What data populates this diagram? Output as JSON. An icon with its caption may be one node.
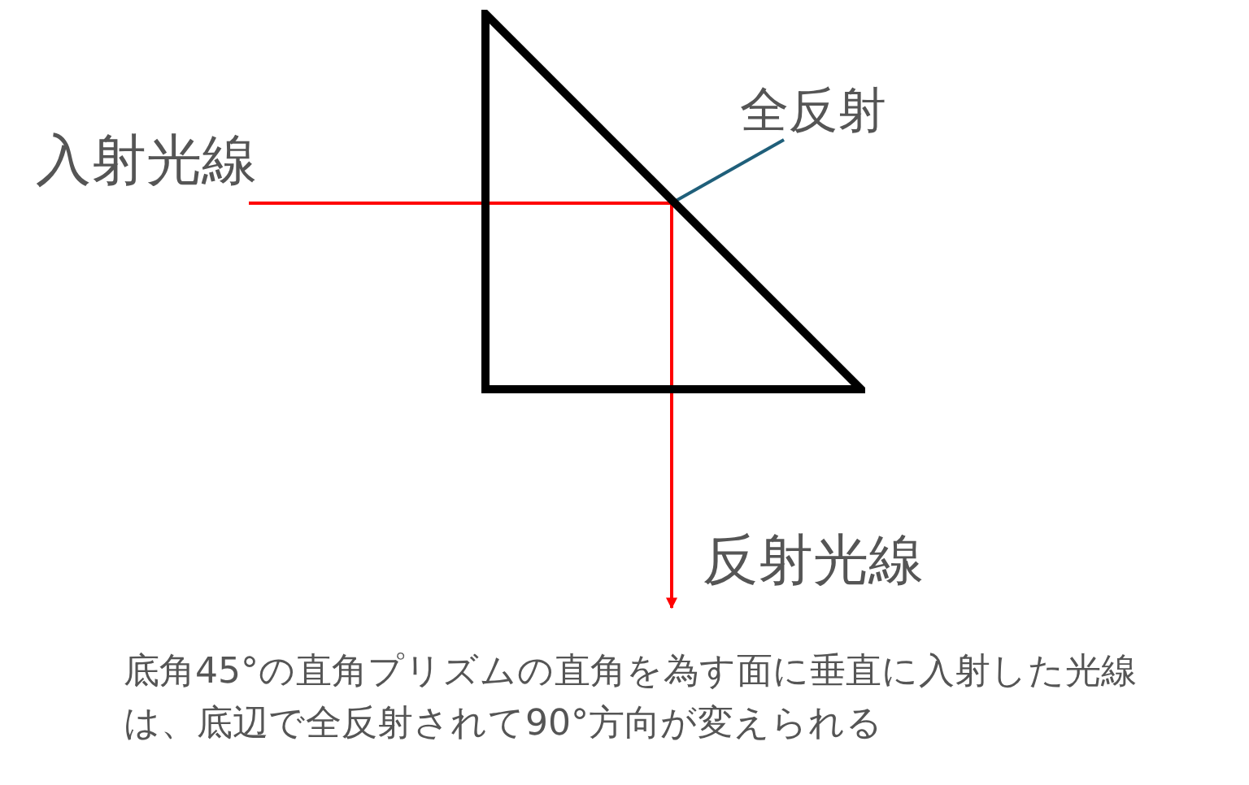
{
  "diagram": {
    "caption": "底角45°の直角プリズムの直角を為す面に垂直に入射した光線は、底辺で全反射されて90°方向が変えられる",
    "nodes": [
      {
        "text": [],
        "shape": "triangle"
      },
      {
        "text": [
          "全反射"
        ]
      }
    ],
    "edges": [
      {
        "from": 1,
        "to": 0,
        "arrow": "none",
        "color": "#1f5f7a"
      },
      {
        "from": null,
        "to": 0,
        "arrow": "none",
        "color": "#ff0000"
      },
      {
        "from": 0,
        "to": null,
        "arrow": "to",
        "color": "#ff0000"
      }
    ],
    "labels": [
      "入射光線",
      "反射光線"
    ]
  }
}
